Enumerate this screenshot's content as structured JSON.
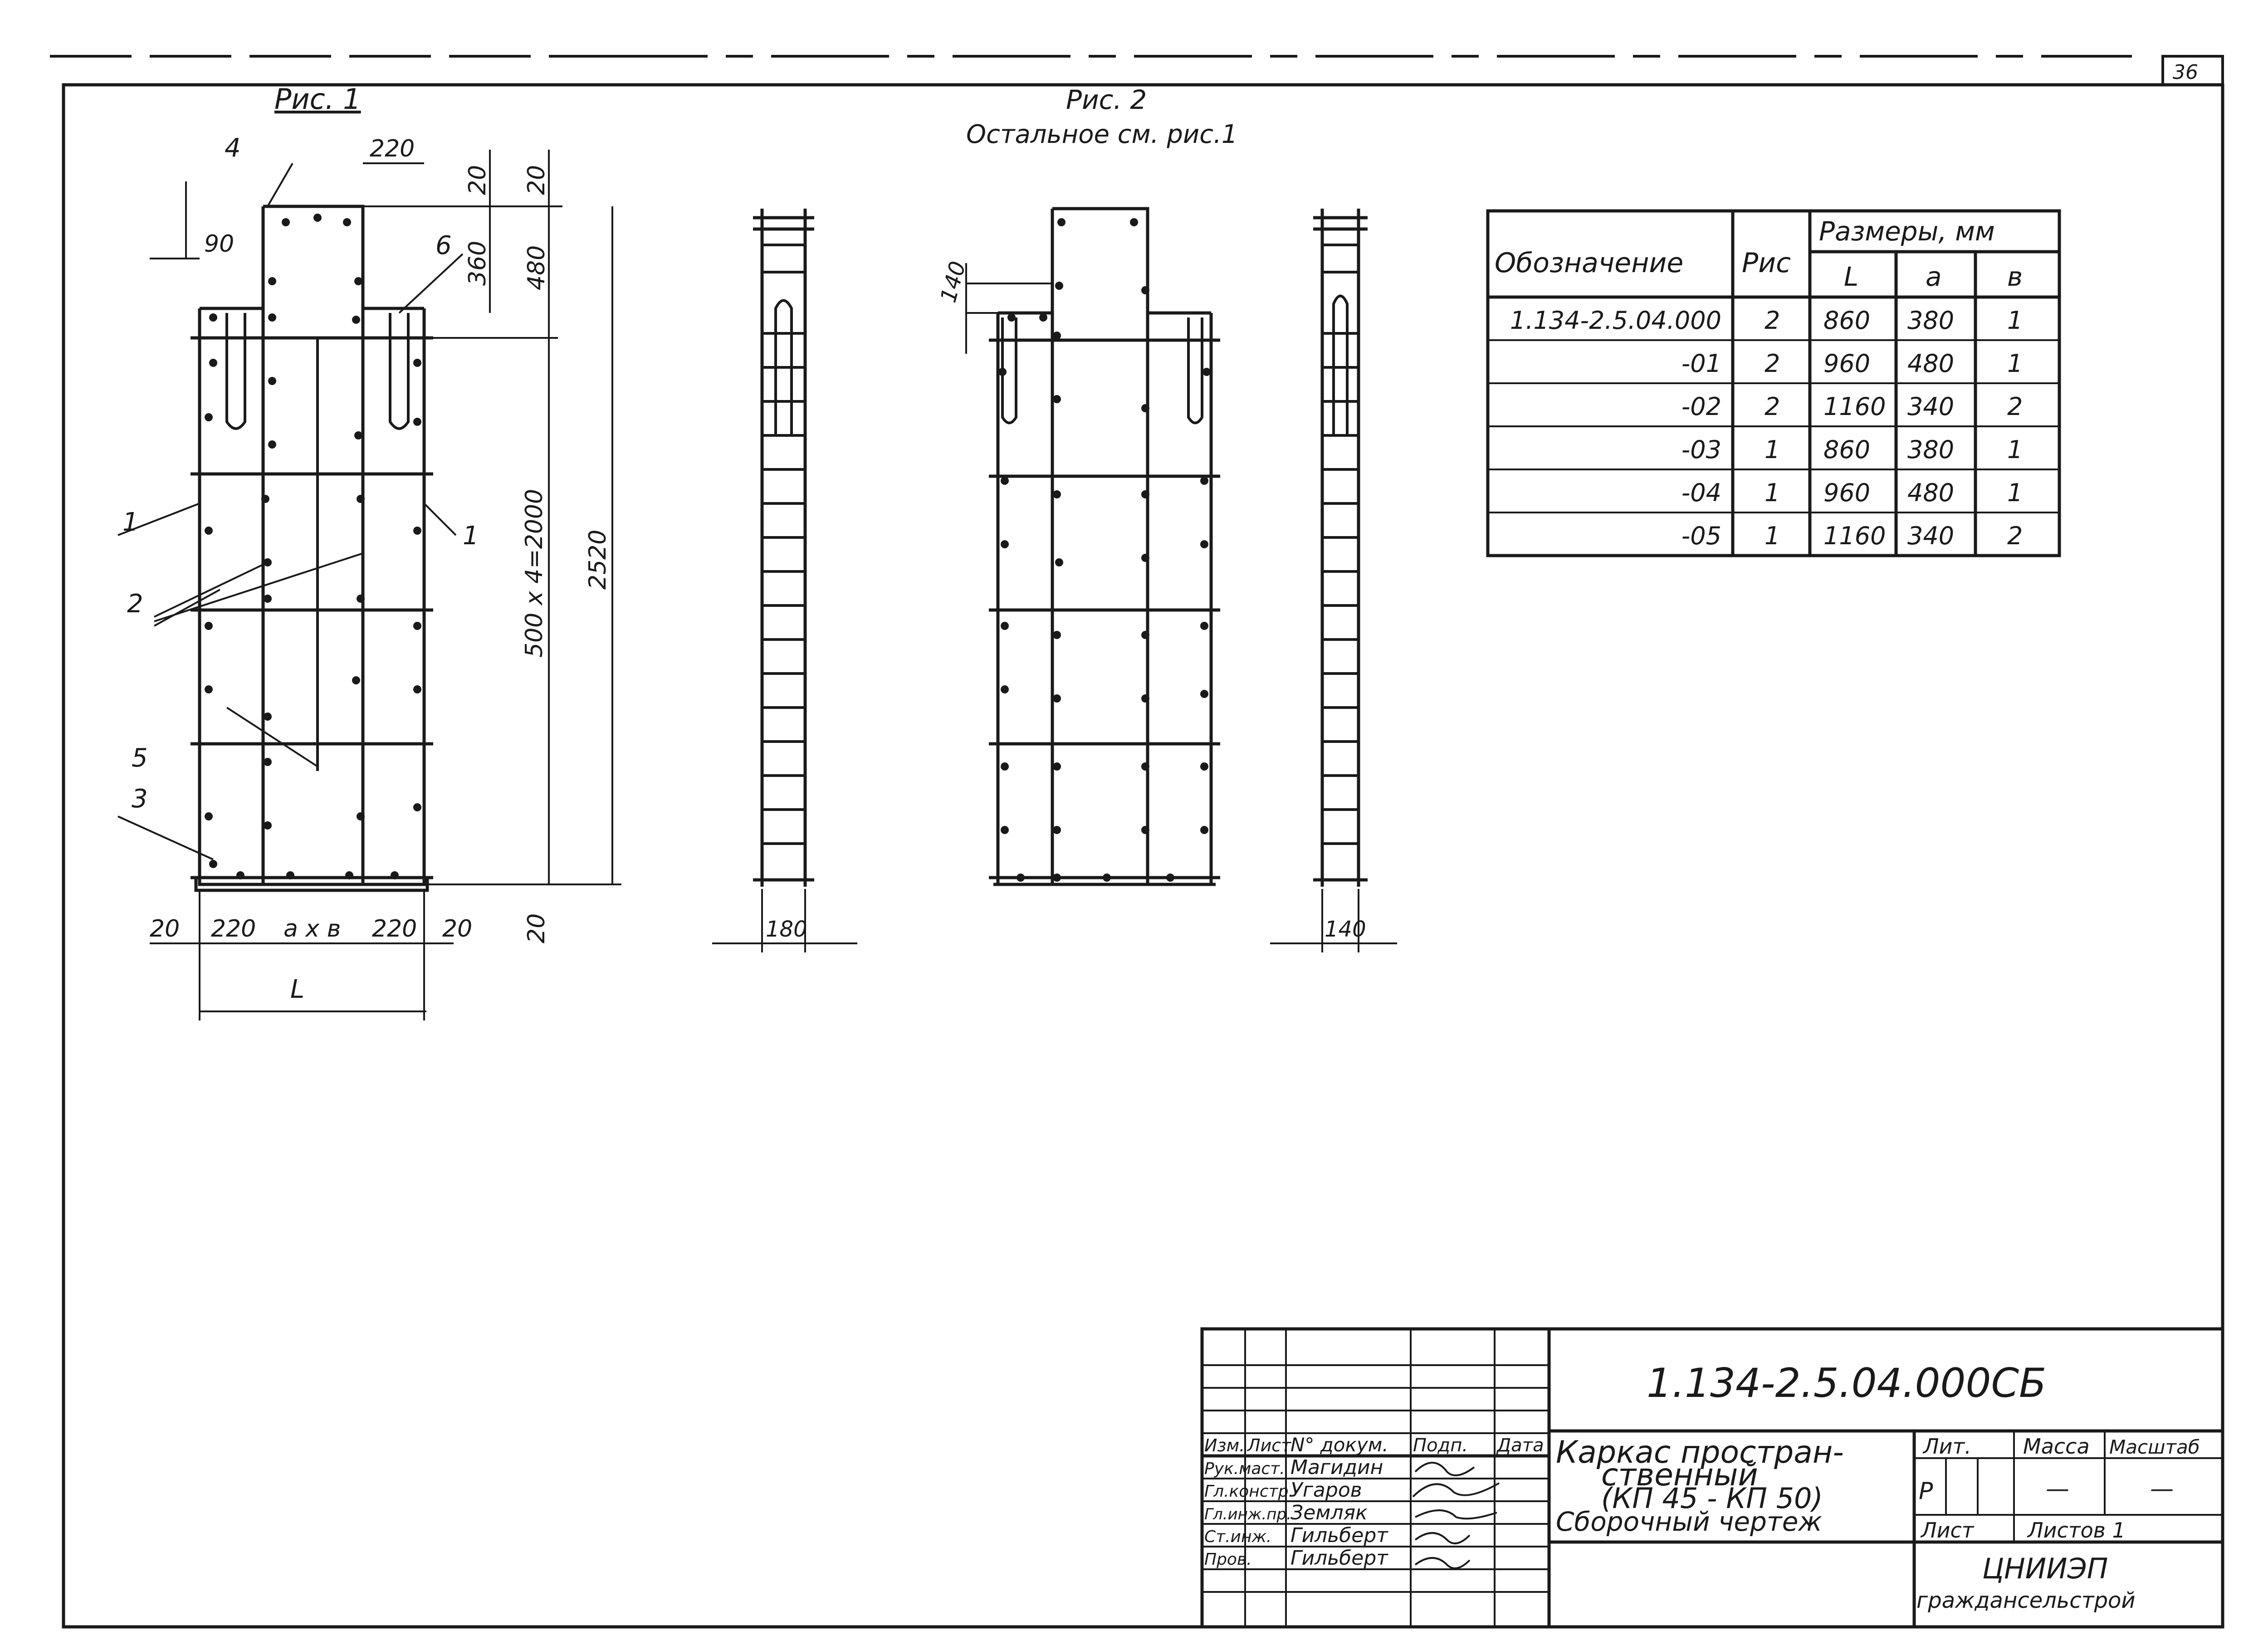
{
  "sheet": {
    "page_number": "36"
  },
  "figure1": {
    "title": "Рис. 1",
    "dims": {
      "d220_top": "220",
      "d20_a": "20",
      "d20_b": "20",
      "d90": "90",
      "d360": "360",
      "d480": "480",
      "d500x4": "500 x 4=2000",
      "d2520": "2520",
      "d20_bottom_left": "20",
      "d220_left": "220",
      "d_axb": "a x в",
      "d220_right": "220",
      "d20_bottom_right": "20",
      "d20_bottom": "20",
      "dL": "L"
    },
    "leaders": {
      "p1_left": "1",
      "p1_right": "1",
      "p2": "2",
      "p3": "3",
      "p4": "4",
      "p5": "5",
      "p6": "6"
    }
  },
  "side1": {
    "dim": "180"
  },
  "figure2": {
    "title": "Рис. 2",
    "note": "Остальное  см.  рис.1",
    "dim140_top": "140"
  },
  "side2": {
    "dim": "140"
  },
  "table": {
    "header": {
      "designation": "Обозначение",
      "fig": "Рис",
      "sizes": "Размеры, мм",
      "L": "L",
      "a": "a",
      "b": "в"
    },
    "rows": [
      {
        "designation": "1.134-2.5.04.000",
        "fig": "2",
        "L": "860",
        "a": "380",
        "b": "1"
      },
      {
        "designation": "-01",
        "fig": "2",
        "L": "960",
        "a": "480",
        "b": "1"
      },
      {
        "designation": "-02",
        "fig": "2",
        "L": "1160",
        "a": "340",
        "b": "2"
      },
      {
        "designation": "-03",
        "fig": "1",
        "L": "860",
        "a": "380",
        "b": "1"
      },
      {
        "designation": "-04",
        "fig": "1",
        "L": "960",
        "a": "480",
        "b": "1"
      },
      {
        "designation": "-05",
        "fig": "1",
        "L": "1160",
        "a": "340",
        "b": "2"
      }
    ]
  },
  "title_block": {
    "doc_code": "1.134-2.5.04.000СБ",
    "name_line1": "Каркас простран-",
    "name_line2": "ственный",
    "name_line3": "(КП 45 - КП 50)",
    "name_line4": "Сборочный  чертеж",
    "headers": {
      "izm": "Изм.",
      "list": "Лист",
      "ndoc": "N° докум.",
      "podp": "Подп.",
      "data": "Дата"
    },
    "people": [
      {
        "role": "Рук.маст.",
        "name": "Магидин"
      },
      {
        "role": "Гл.констр.",
        "name": "Угаров"
      },
      {
        "role": "Гл.инж.пр.",
        "name": "Земляк"
      },
      {
        "role": "Ст.инж.",
        "name": "Гильберт"
      },
      {
        "role": "Пров.",
        "name": "Гильберт"
      }
    ],
    "lit_label": "Лит.",
    "mass_label": "Масса",
    "scale_label": "Масштаб",
    "lit_value": "Р",
    "mass_value": "—",
    "scale_value": "—",
    "sheet_label": "Лист",
    "sheets_label": "Листов 1",
    "org_line1": "ЦНИИЭП",
    "org_line2": "граждансельстрой"
  }
}
